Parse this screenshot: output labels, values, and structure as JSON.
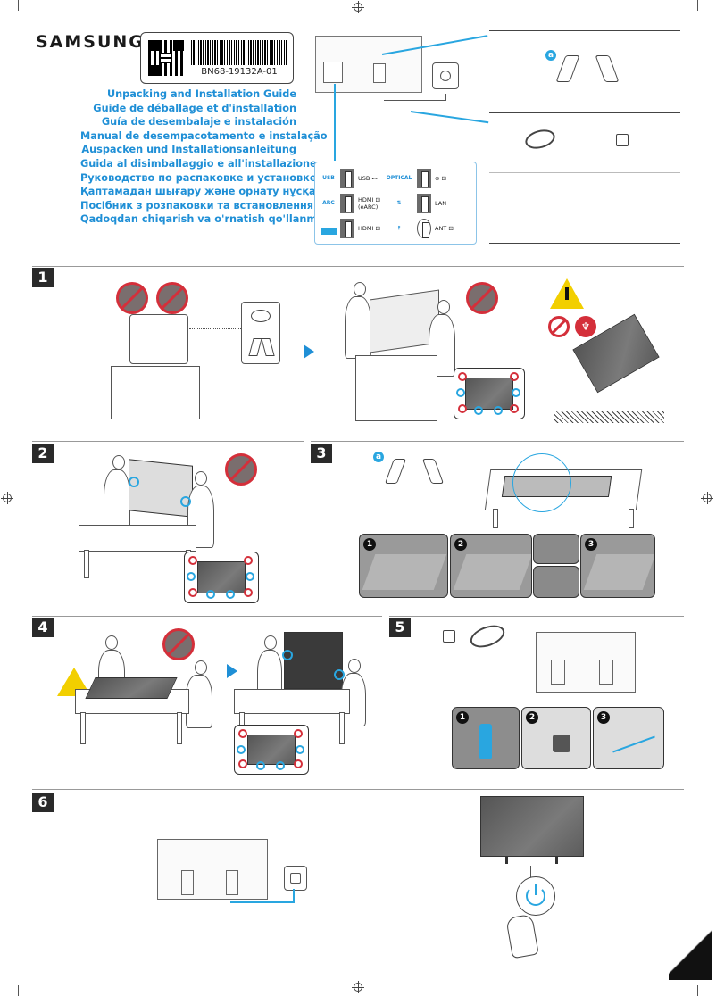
{
  "brand": "SAMSUNG",
  "label": {
    "part_number": "BN68-19132A-01"
  },
  "titles": [
    "Unpacking and Installation Guide",
    "Guide de déballage et d'installation",
    "Guía de desembalaje e instalación",
    "Manual de desempacotamento e instalação",
    "Auspacken und Installationsanleitung",
    "Guida al disimballaggio e all'installazione",
    "Руководство по распаковке и установке",
    "Қаптамадан шығару және орнату нұсқаулығы",
    "Посібник з розпаковки та встановлення",
    "Qadoqdan chiqarish va o'rnatish qo'llanmasi"
  ],
  "parts": {
    "badge": "a"
  },
  "ports": [
    {
      "icon": "USB",
      "label": "USB ⊷",
      "icon2": "OPTICAL",
      "label2": "⊚ ⊡"
    },
    {
      "icon": "ARC",
      "label": "HDMI ⊡ (eARC)",
      "icon2": "LAN",
      "label2": "LAN"
    },
    {
      "icon": "",
      "label": "HDMI ⊡",
      "icon2": "ANT",
      "label2": "ANT ⊡"
    }
  ],
  "steps": [
    "1",
    "2",
    "3",
    "4",
    "5",
    "6"
  ],
  "substeps": [
    "1",
    "2",
    "3"
  ],
  "colors": {
    "accent": "#1f8fd6",
    "warning_red": "#d42f3a",
    "warning_yellow": "#f2cf00"
  }
}
